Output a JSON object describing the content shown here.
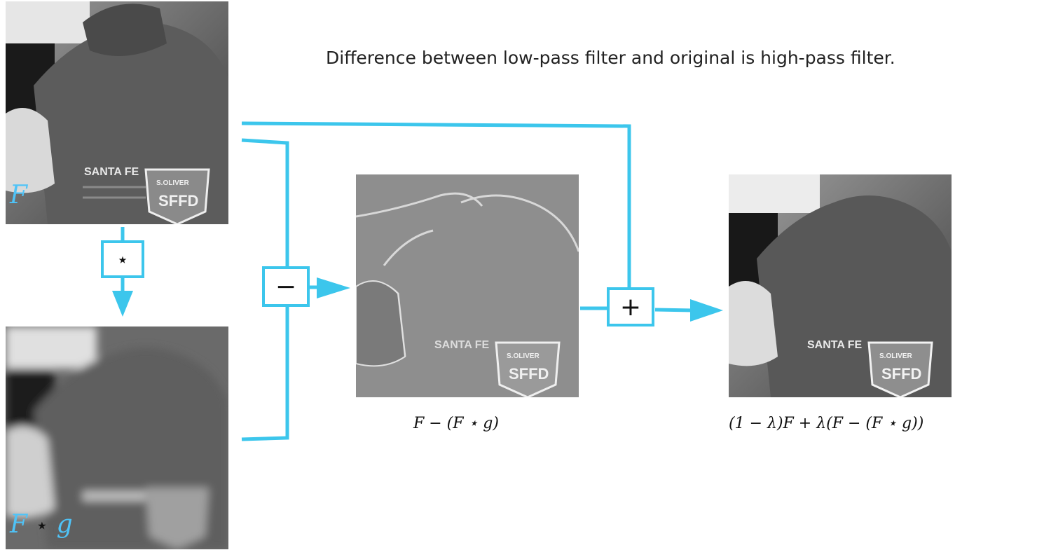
{
  "heading": "Difference between low-pass filter and original is high-pass filter.",
  "images": {
    "original": {
      "label": "F"
    },
    "blurred": {
      "label_left": "F",
      "label_op": "⋆",
      "label_right": "g"
    },
    "highpass": {
      "caption": "F − (F ⋆ g)"
    },
    "result": {
      "caption": "(1 − λ)F + λ(F − (F ⋆ g))"
    }
  },
  "operators": {
    "convolve": "⋆",
    "subtract": "−",
    "add": "+"
  },
  "shirt_text": {
    "line1": "SANTA FE",
    "badge_top": "S.OLIVER",
    "badge_main": "SFFD"
  },
  "colors": {
    "accent": "#3cc6ec",
    "label": "#4fc3f7"
  }
}
